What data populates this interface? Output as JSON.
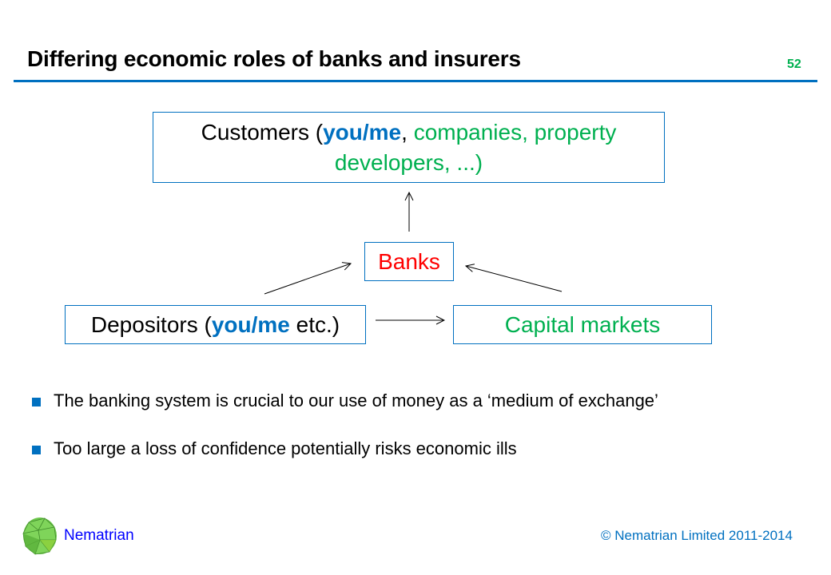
{
  "slide": {
    "title": "Differing economic roles of banks and insurers",
    "number": "52"
  },
  "diagram": {
    "customers": {
      "prefix": "Customers (",
      "youme": "you/me",
      "sep": ", ",
      "green_text": "companies, property developers",
      "suffix": ", ...)"
    },
    "banks": {
      "label": "Banks"
    },
    "depositors": {
      "prefix": "Depositors (",
      "youme": "you/me",
      "suffix": " etc.)"
    },
    "capital_markets": {
      "label": "Capital markets"
    },
    "arrows": [
      {
        "from": "banks",
        "to": "customers"
      },
      {
        "from": "depositors",
        "to": "banks"
      },
      {
        "from": "capital_markets",
        "to": "banks"
      },
      {
        "from": "depositors",
        "to": "capital_markets"
      }
    ]
  },
  "bullets": [
    {
      "text": "The banking system is crucial to our use of money as a ‘medium of exchange’"
    },
    {
      "text": "Too large a loss of confidence potentially risks economic ills"
    }
  ],
  "footer": {
    "brand": "Nematrian",
    "copyright": "© Nematrian Limited 2011-2014"
  },
  "colors": {
    "accent_blue": "#0070c0",
    "green": "#00b050",
    "red": "#ff0000",
    "brand_blue": "#0000ff"
  }
}
